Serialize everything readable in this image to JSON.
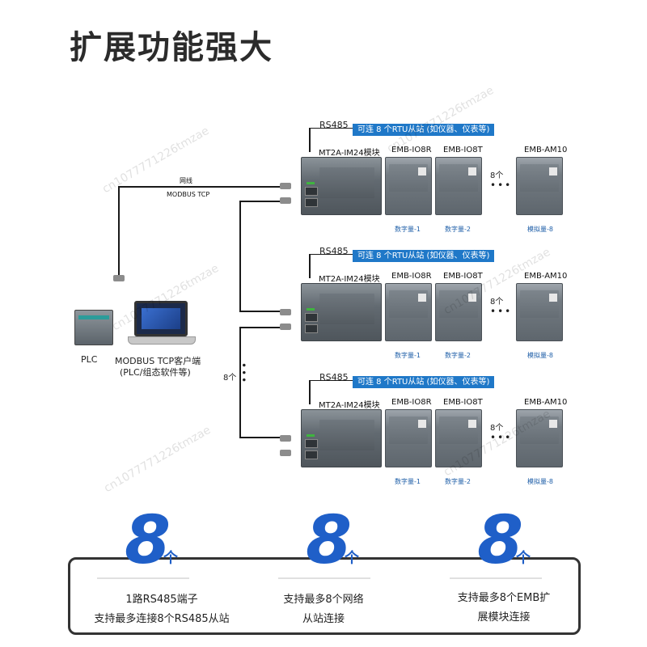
{
  "title": "扩展功能强大",
  "left": {
    "wire_label": "网线",
    "protocol_label": "MODBUS TCP",
    "plc_label": "PLC",
    "client_label": "MODBUS TCP客户端",
    "client_sublabel": "(PLC/组态软件等)",
    "count_label": "8个"
  },
  "rows": [
    {
      "rs485": "RS485",
      "banner": "可连 8 个RTU从站 (如仪器、仪表等)",
      "gateway": "MT2A-IM24模块",
      "modules": [
        "EMB-IO8R",
        "EMB-IO8T",
        "EMB-AM10"
      ],
      "count": "8个",
      "sub": [
        "数字量-1",
        "数字量-2",
        "模拟量-8"
      ]
    },
    {
      "rs485": "RS485",
      "banner": "可连 8 个RTU从站 (如仪器、仪表等)",
      "gateway": "MT2A-IM24模块",
      "modules": [
        "EMB-IO8R",
        "EMB-IO8T",
        "EMB-AM10"
      ],
      "count": "8个",
      "sub": [
        "数字量-1",
        "数字量-2",
        "模拟量-8"
      ]
    },
    {
      "rs485": "RS485",
      "banner": "可连 8 个RTU从站 (如仪器、仪表等)",
      "gateway": "MT2A-IM24模块",
      "modules": [
        "EMB-IO8R",
        "EMB-IO8T",
        "EMB-AM10"
      ],
      "count": "8个",
      "sub": [
        "数字量-1",
        "数字量-2",
        "模拟量-8"
      ]
    }
  ],
  "features": [
    {
      "number": "8",
      "unit": "个",
      "line1": "1路RS485端子",
      "line2": "支持最多连接8个RS485从站"
    },
    {
      "number": "8",
      "unit": "个",
      "line1": "支持最多8个网络",
      "line2": "从站连接"
    },
    {
      "number": "8",
      "unit": "个",
      "line1": "支持最多8个EMB扩",
      "line2": "展模块连接"
    }
  ],
  "watermark": "cn1077771226tmzae",
  "colors": {
    "accent": "#1f5fc8",
    "banner": "#1f78c8"
  }
}
